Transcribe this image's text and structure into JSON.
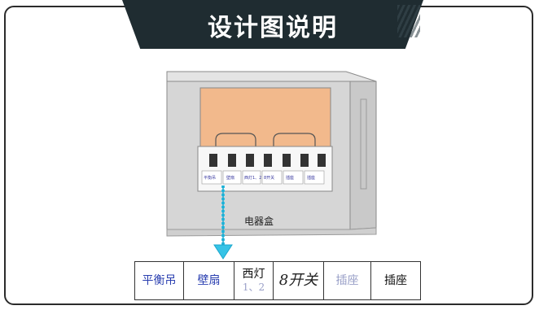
{
  "header": {
    "title": "设计图说明"
  },
  "diagram": {
    "box_label": "电器盒",
    "switch_labels": [
      "平衡吊",
      "壁扇",
      "西灯1、2",
      "8开关",
      "插座",
      "插座"
    ]
  },
  "legend_table": {
    "cells": [
      {
        "text": "平衡吊"
      },
      {
        "text": "壁扇"
      },
      {
        "line1": "西灯",
        "line2": "1、2"
      },
      {
        "text": "8开关"
      },
      {
        "text": "插座"
      },
      {
        "text": "插座"
      }
    ]
  },
  "colors": {
    "banner": "#1f2c31",
    "panel_orange": "#f2b98c",
    "arrow": "#36c3e6",
    "box_gray": "#d6d6d6"
  }
}
